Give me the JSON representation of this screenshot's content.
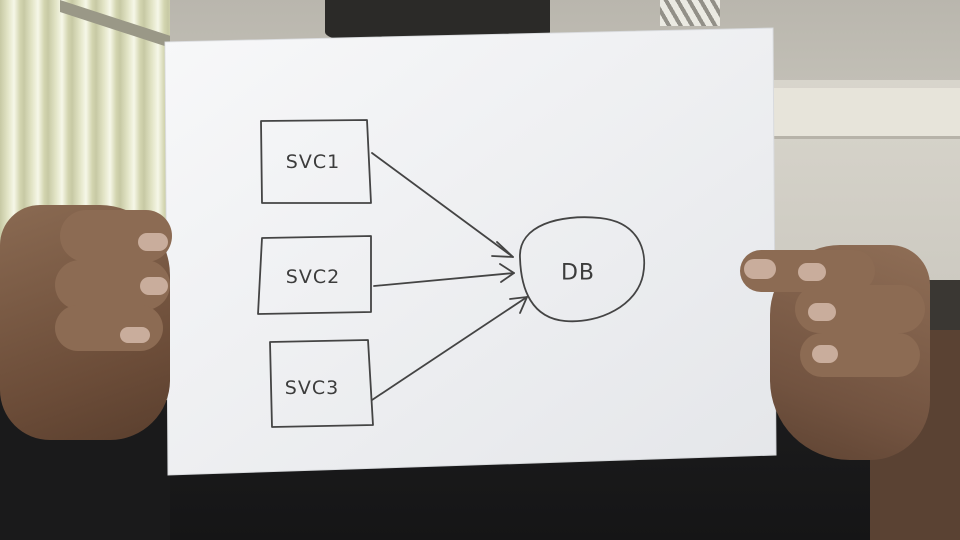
{
  "diagram": {
    "services": [
      {
        "label": "SVC1"
      },
      {
        "label": "SVC2"
      },
      {
        "label": "SVC3"
      }
    ],
    "database": {
      "label": "DB"
    }
  },
  "colors": {
    "paper": "#f4f5f6",
    "ink": "#3c3c3c",
    "skin": "#7a5b45",
    "shirt": "#1c1c1d"
  }
}
